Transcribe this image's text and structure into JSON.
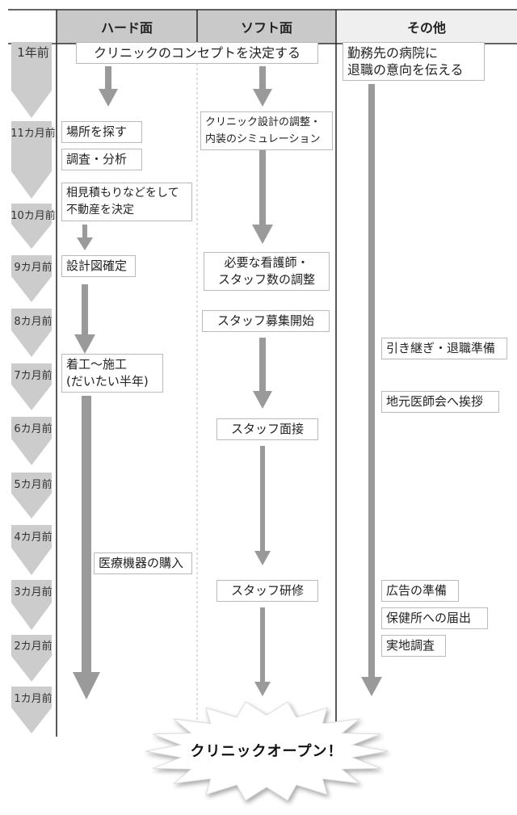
{
  "headers": {
    "hard": "ハード面",
    "soft": "ソフト面",
    "other": "その他"
  },
  "timeline": [
    "1年前",
    "11カ月前",
    "10カ月前",
    "9カ月前",
    "8カ月前",
    "7カ月前",
    "6カ月前",
    "5カ月前",
    "4カ月前",
    "3カ月前",
    "2カ月前",
    "1カ月前"
  ],
  "tasks": {
    "concept": "クリニックのコンセプトを決定する",
    "resign": [
      "勤務先の病院に",
      "退職の意向を伝える"
    ],
    "find_place": "場所を探す",
    "research": "調査・分析",
    "design_adjust": [
      "クリニック設計の調整・",
      "内装のシミュレーション"
    ],
    "estimate": [
      "相見積もりなどをして",
      "不動産を決定"
    ],
    "blueprint": "設計図確定",
    "staff_count": [
      "必要な看護師・",
      "スタッフ数の調整"
    ],
    "recruit": "スタッフ募集開始",
    "handover": "引き継ぎ・退職準備",
    "construction": [
      "着工～施工",
      "(だいたい半年)"
    ],
    "greeting": "地元医師会へ挨拶",
    "interview": "スタッフ面接",
    "equipment": "医療機器の購入",
    "training": "スタッフ研修",
    "ads": "広告の準備",
    "health_office": "保健所への届出",
    "inspection": "実地調査"
  },
  "finale": "クリニックオープン！",
  "colors": {
    "header": "#c9c9c9",
    "header_other": "#efefef",
    "arrow": "#9a9a9a",
    "chevron": "#cccccc"
  }
}
